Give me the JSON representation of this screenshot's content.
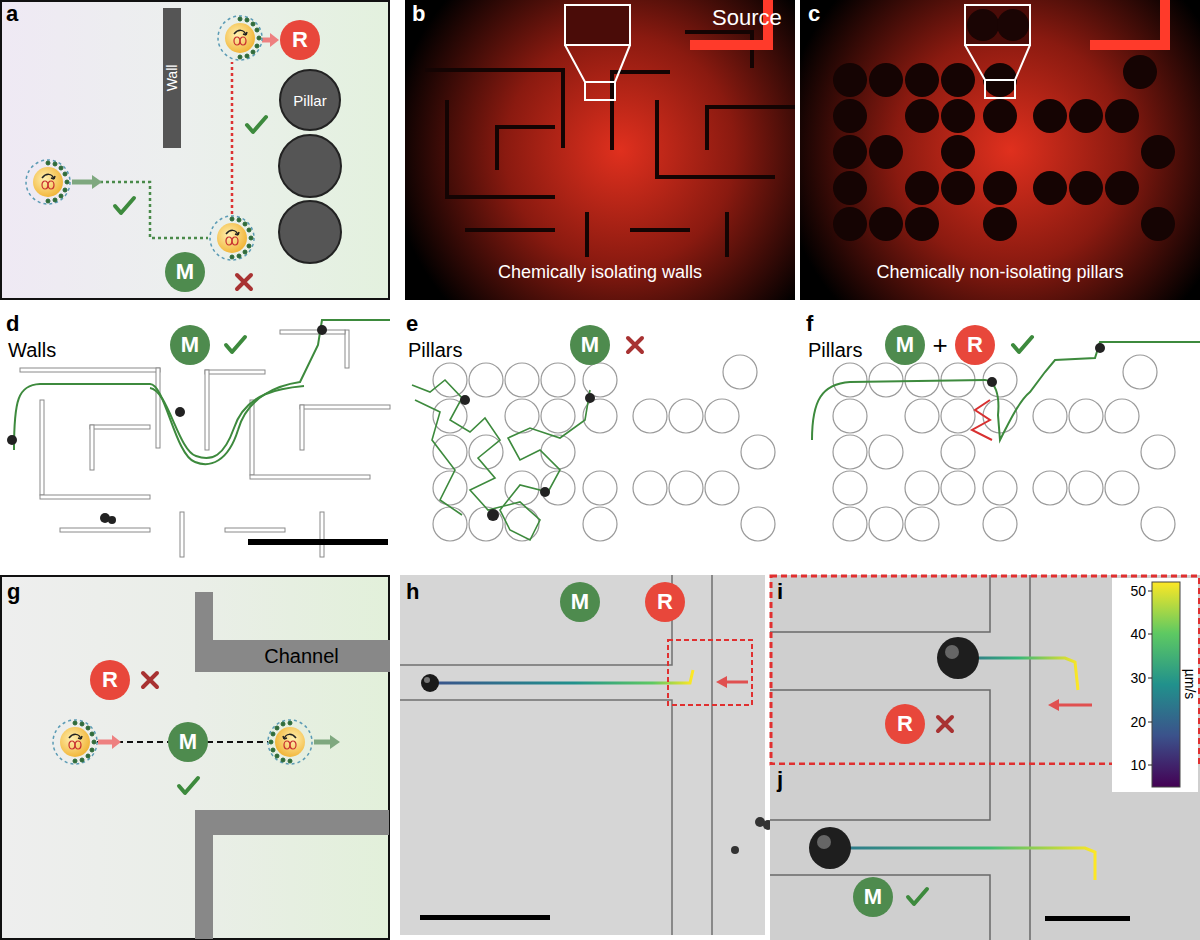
{
  "diagram": {
    "nodes": [
      {
        "text": [
          "Wall"
        ]
      },
      {
        "text": [
          "R"
        ]
      },
      {
        "text": [
          "Pillar"
        ]
      },
      {
        "text": [
          "M"
        ]
      },
      {
        "text": [
          "M"
        ]
      },
      {
        "text": [
          "M"
        ]
      },
      {
        "text": [
          "M"
        ]
      },
      {
        "text": [
          "R"
        ]
      },
      {
        "text": [
          "R"
        ]
      },
      {
        "text": [
          "M"
        ]
      },
      {
        "text": [
          "Channel"
        ]
      },
      {
        "text": [
          "M"
        ]
      },
      {
        "text": [
          "R"
        ]
      },
      {
        "text": [
          "R"
        ]
      },
      {
        "text": [
          "M"
        ]
      }
    ],
    "labels": [
      "a",
      "b",
      "Source",
      "Chemically isolating walls",
      "c",
      "Chemically non-isolating pillars",
      "d",
      "Walls",
      "e",
      "Pillars",
      "f",
      "Pillars",
      "+",
      "g",
      "h",
      "i",
      "50",
      "40",
      "30",
      "20",
      "10",
      "µm/s",
      "j"
    ]
  }
}
